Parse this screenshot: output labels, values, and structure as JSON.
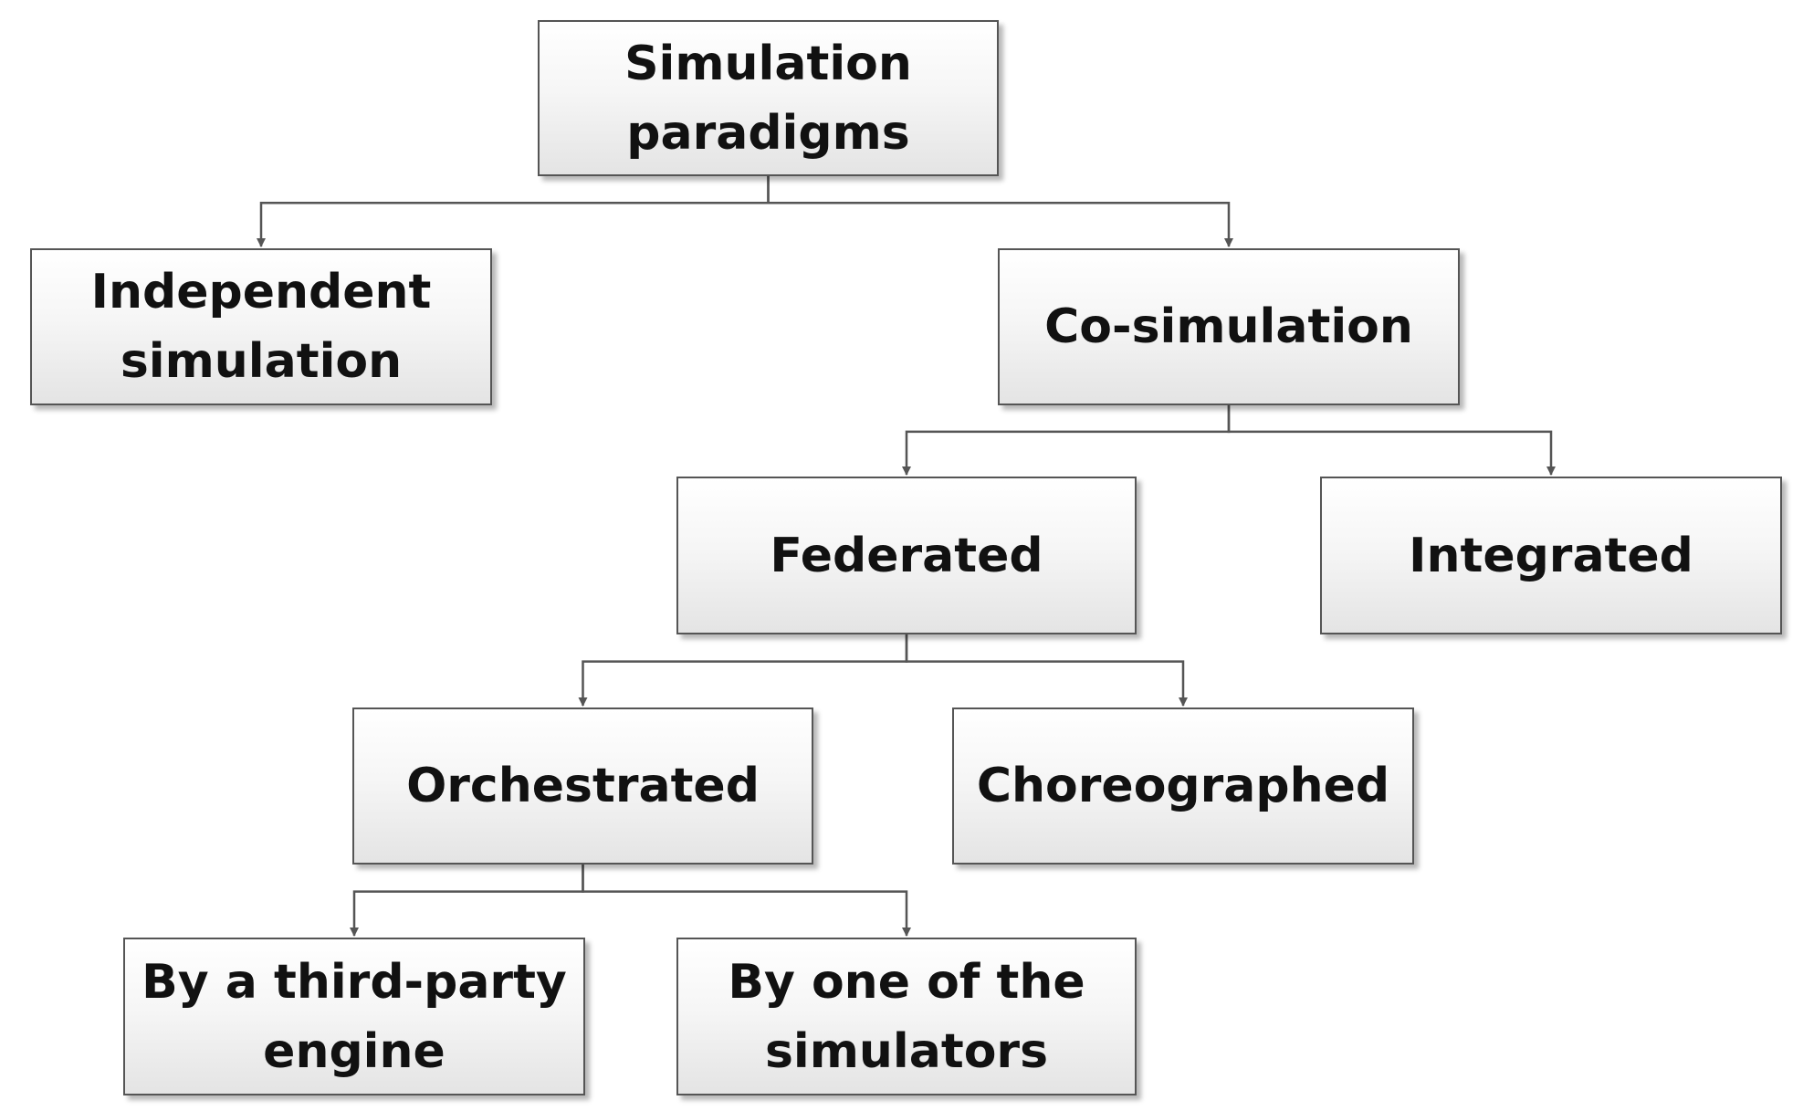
{
  "diagram": {
    "nodes": [
      {
        "id": "root",
        "label": "Simulation\nparadigms"
      },
      {
        "id": "indep",
        "label": "Independent\nsimulation"
      },
      {
        "id": "cosim",
        "label": "Co-simulation"
      },
      {
        "id": "fed",
        "label": "Federated"
      },
      {
        "id": "int",
        "label": "Integrated"
      },
      {
        "id": "orch",
        "label": "Orchestrated"
      },
      {
        "id": "chor",
        "label": "Choreographed"
      },
      {
        "id": "third",
        "label": "By a third-party\nengine"
      },
      {
        "id": "sim",
        "label": "By one of the\nsimulators"
      }
    ],
    "edges": [
      {
        "from": "root",
        "to": "indep"
      },
      {
        "from": "root",
        "to": "cosim"
      },
      {
        "from": "cosim",
        "to": "fed"
      },
      {
        "from": "cosim",
        "to": "int"
      },
      {
        "from": "fed",
        "to": "orch"
      },
      {
        "from": "fed",
        "to": "chor"
      },
      {
        "from": "orch",
        "to": "third"
      },
      {
        "from": "orch",
        "to": "sim"
      }
    ],
    "colors": {
      "border": "#555555",
      "connector": "#555555",
      "text": "#111111"
    }
  }
}
